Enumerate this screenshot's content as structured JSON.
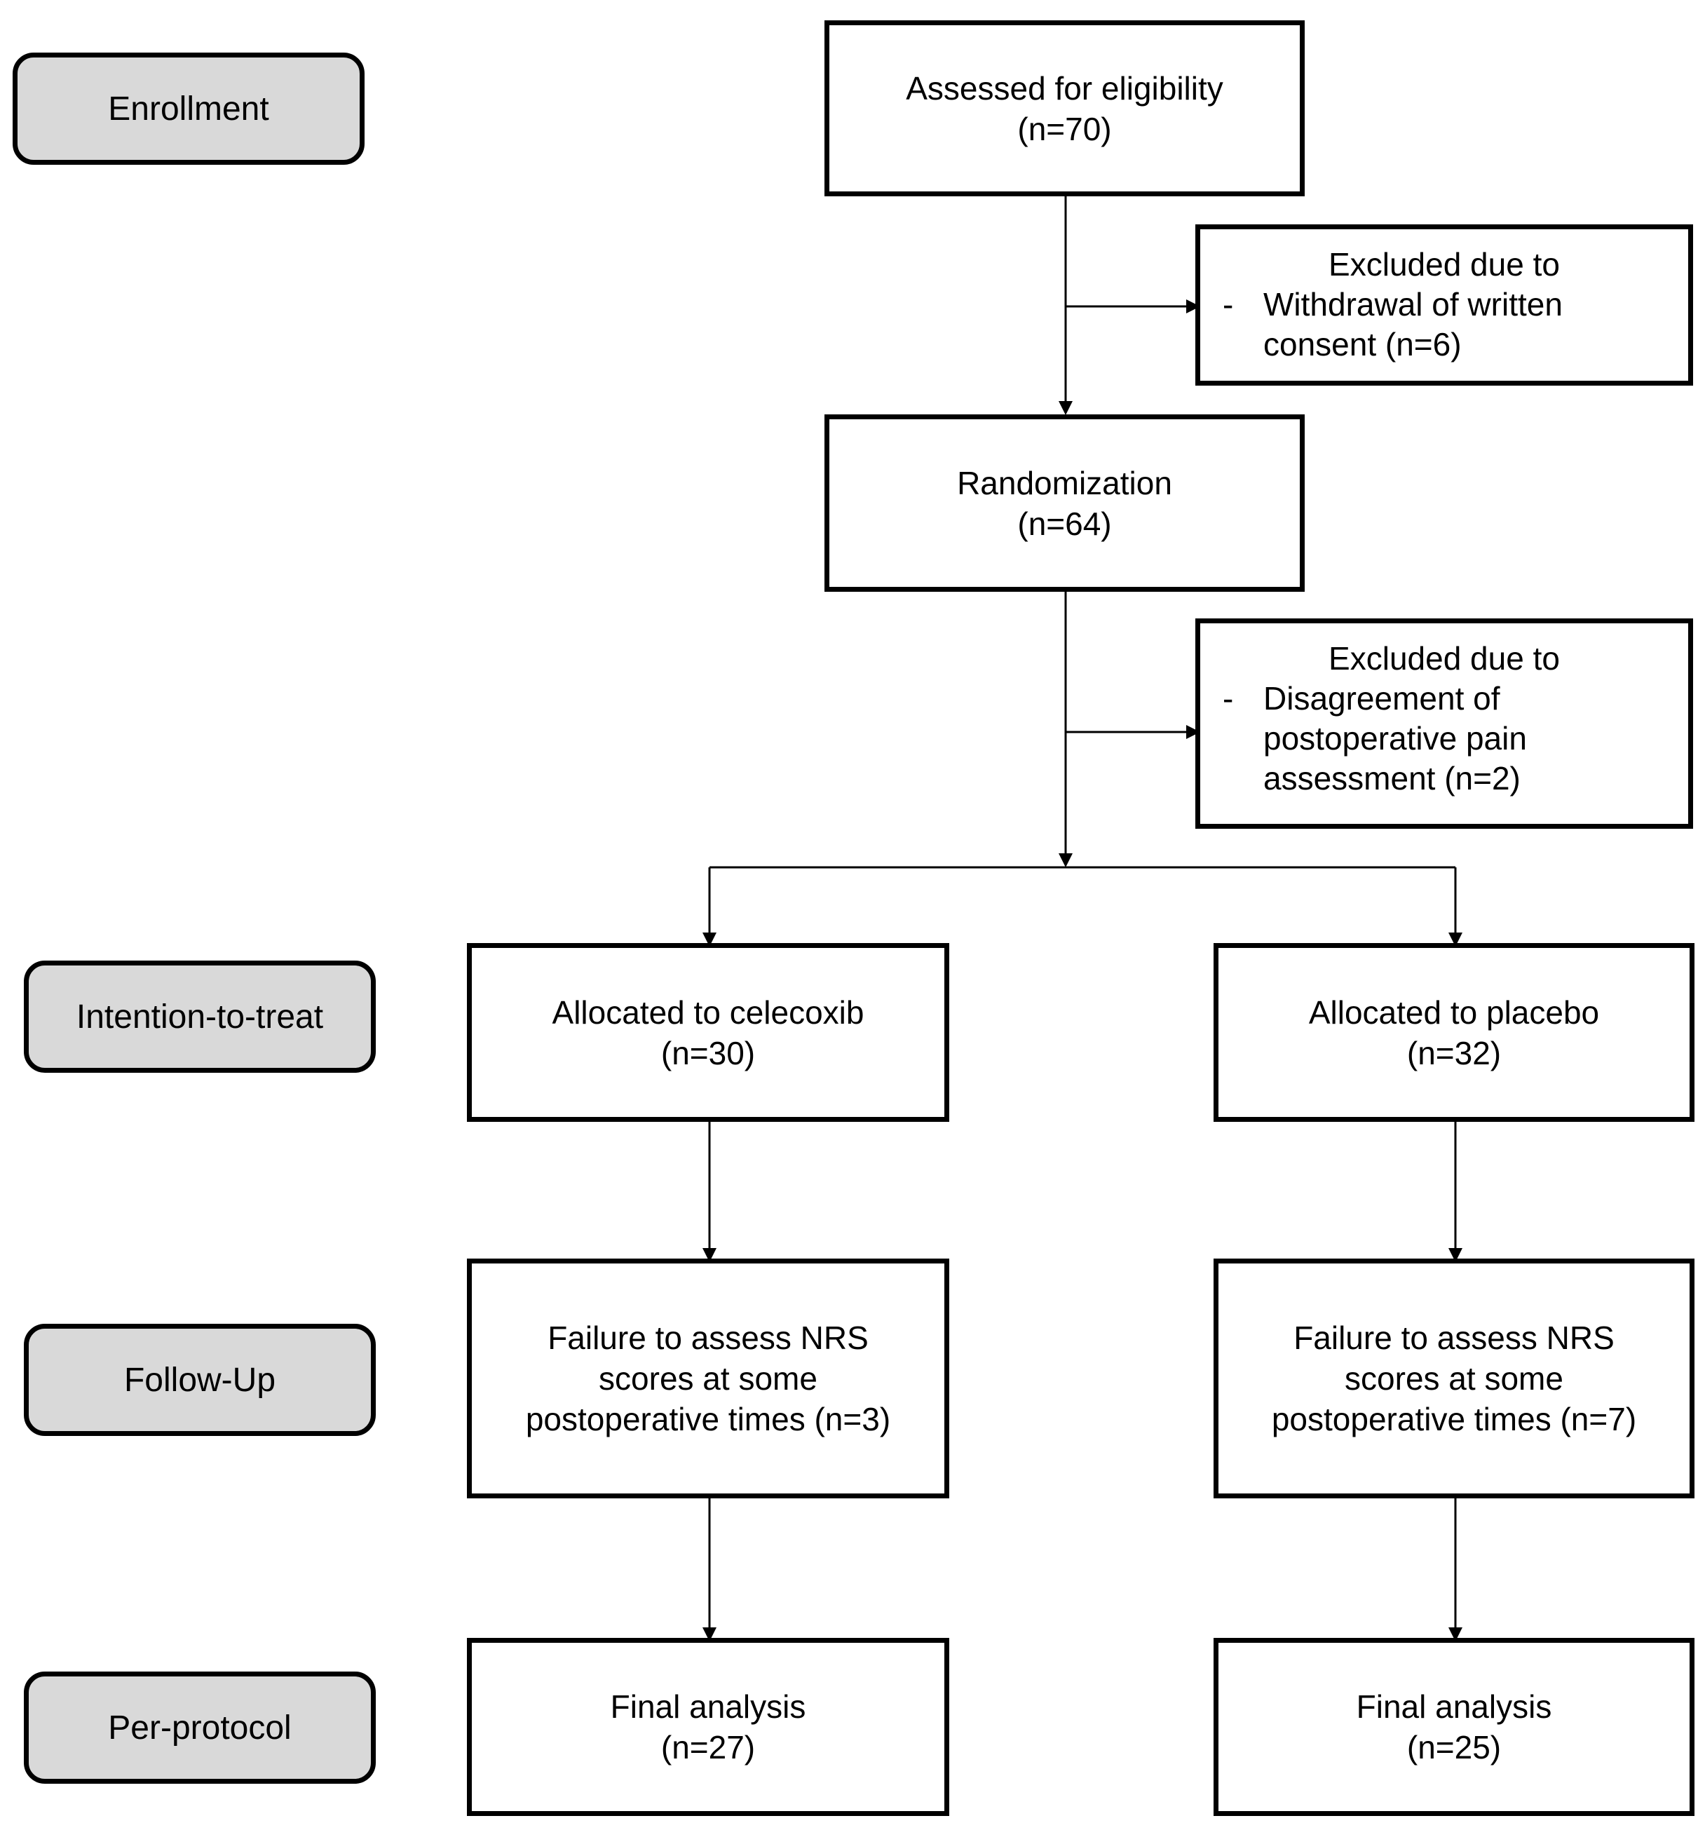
{
  "stages": {
    "enrollment": "Enrollment",
    "itt": "Intention-to-treat",
    "followup": "Follow-Up",
    "perprotocol": "Per-protocol"
  },
  "assessed": {
    "title": "Assessed for eligibility",
    "n": "(n=70)"
  },
  "exclusion1": {
    "heading": "Excluded due to",
    "bullet": "-",
    "reason": "Withdrawal of written\nconsent  (n=6)"
  },
  "randomization": {
    "title": "Randomization",
    "n": "(n=64)"
  },
  "exclusion2": {
    "heading": "Excluded due to",
    "bullet": "-",
    "reason": "Disagreement of\npostoperative pain\nassessment (n=2)"
  },
  "celecoxib": {
    "allocation": {
      "title": "Allocated to celecoxib",
      "n": "(n=30)"
    },
    "followup": {
      "line1": "Failure to assess NRS",
      "line2": "scores at some",
      "line3": "postoperative times  (n=3)"
    },
    "final": {
      "title": "Final analysis",
      "n": "(n=27)"
    }
  },
  "placebo": {
    "allocation": {
      "title": "Allocated to placebo",
      "n": "(n=32)"
    },
    "followup": {
      "line1": "Failure to assess NRS",
      "line2": "scores at some",
      "line3": "postoperative times  (n=7)"
    },
    "final": {
      "title": "Final analysis",
      "n": "(n=25)"
    }
  }
}
